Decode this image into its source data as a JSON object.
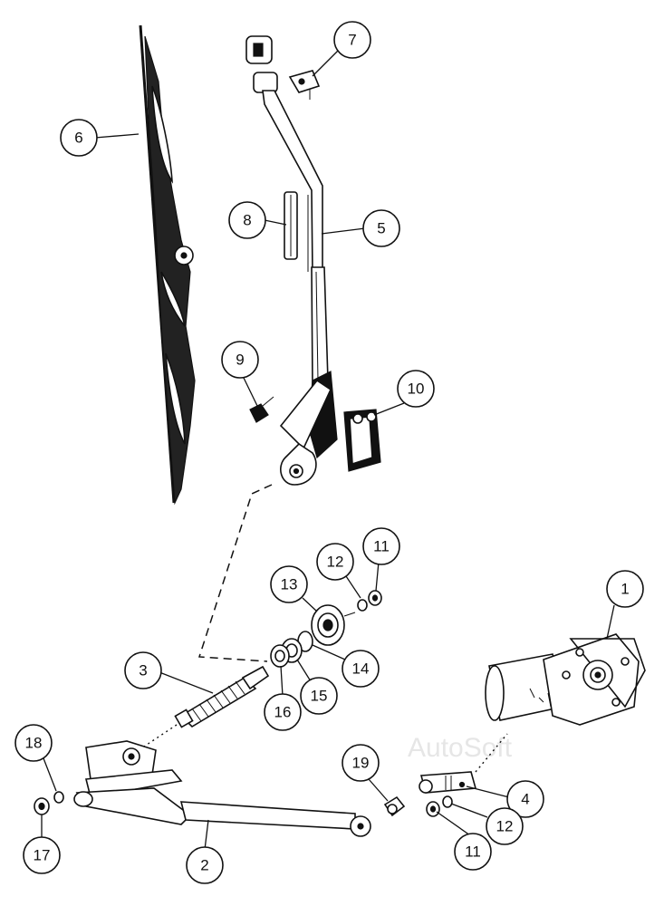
{
  "callouts": [
    {
      "id": "c1",
      "label": "1"
    },
    {
      "id": "c2",
      "label": "2"
    },
    {
      "id": "c3",
      "label": "3"
    },
    {
      "id": "c4",
      "label": "4"
    },
    {
      "id": "c5",
      "label": "5"
    },
    {
      "id": "c6",
      "label": "6"
    },
    {
      "id": "c7",
      "label": "7"
    },
    {
      "id": "c8",
      "label": "8"
    },
    {
      "id": "c9",
      "label": "9"
    },
    {
      "id": "c10",
      "label": "10"
    },
    {
      "id": "c11a",
      "label": "11"
    },
    {
      "id": "c11b",
      "label": "11"
    },
    {
      "id": "c12a",
      "label": "12"
    },
    {
      "id": "c12b",
      "label": "12"
    },
    {
      "id": "c13",
      "label": "13"
    },
    {
      "id": "c14",
      "label": "14"
    },
    {
      "id": "c15",
      "label": "15"
    },
    {
      "id": "c16",
      "label": "16"
    },
    {
      "id": "c17",
      "label": "17"
    },
    {
      "id": "c18",
      "label": "18"
    },
    {
      "id": "c19",
      "label": "19"
    }
  ],
  "watermark": "AutoSoft"
}
